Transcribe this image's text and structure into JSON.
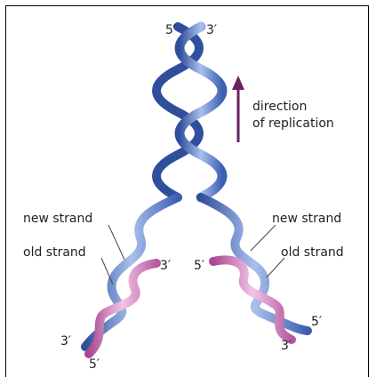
{
  "labels": {
    "top_5prime": "5′",
    "top_3prime": "3′",
    "direction": [
      "direction",
      "of replication"
    ],
    "left_new_strand": "new strand",
    "left_old_strand": "old strand",
    "left_3prime_right": "3′",
    "left_3prime_bottom": "3′",
    "left_5prime_bottom": "5′",
    "right_new_strand": "new strand",
    "right_old_strand": "old strand",
    "right_5prime_left": "5′",
    "right_5prime_bottom": "5′",
    "right_3prime_bottom": "3′"
  },
  "colors": {
    "old_strand": "#5b7cc8",
    "old_strand_dark": "#2f4f9c",
    "new_strand": "#d27fc0",
    "new_strand_dark": "#a8488f",
    "arrow": "#6a1f63"
  }
}
